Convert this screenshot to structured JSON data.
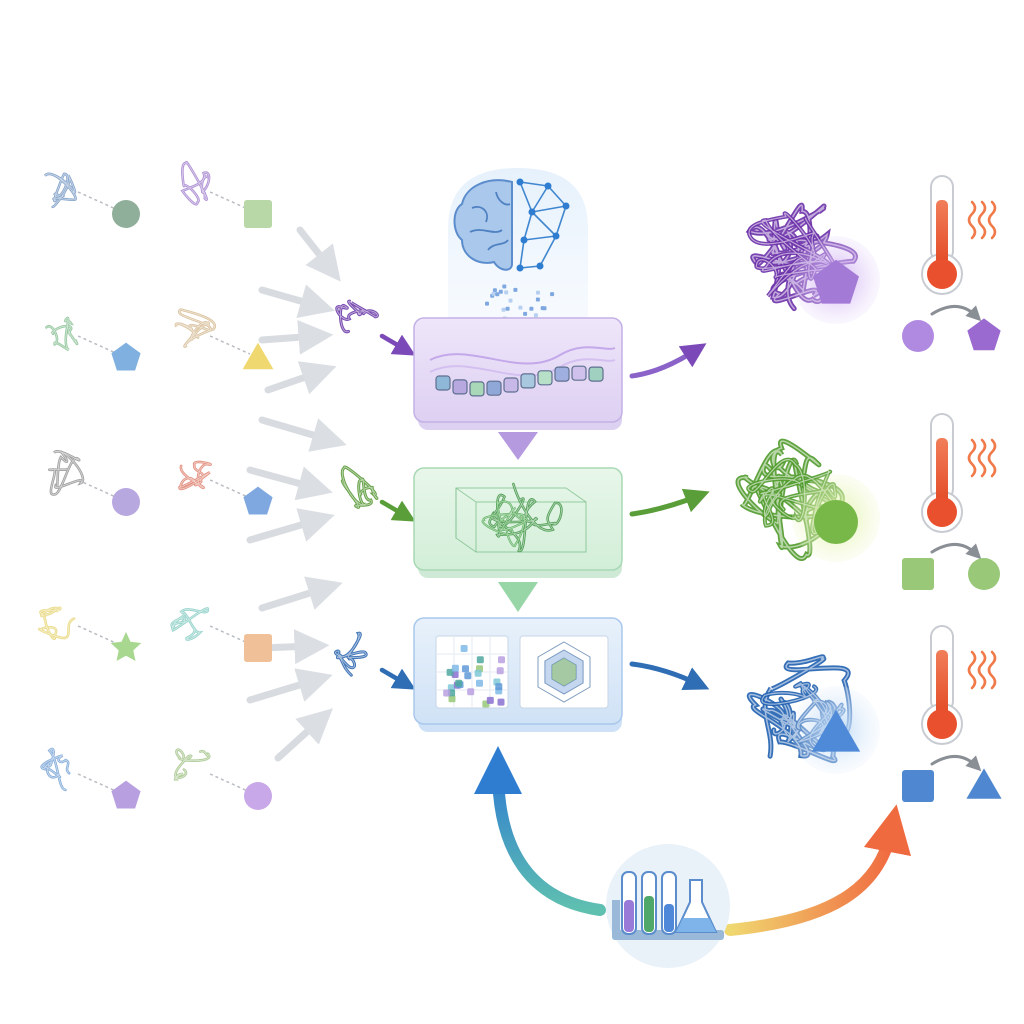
{
  "colors": {
    "purple": "#7c4ab8",
    "green": "#5a9e3a",
    "blue": "#2f6db5",
    "heat": "#e8502e",
    "panel_purple": "#e8dcf7",
    "panel_green": "#dbf1df",
    "panel_blue": "#dbe9f8",
    "flow_gray": "#cfd4da"
  },
  "library": {
    "candidates": [
      {
        "protein_color": "#7fa0c8",
        "ligand_shape": "circle",
        "ligand_color": "#8faf9a"
      },
      {
        "protein_color": "#a98ad0",
        "ligand_shape": "square",
        "ligand_color": "#b8d8a8"
      },
      {
        "protein_color": "#8fc49a",
        "ligand_shape": "pentagon",
        "ligand_color": "#7fb0e0"
      },
      {
        "protein_color": "#d8c09a",
        "ligand_shape": "triangle",
        "ligand_color": "#f0d870"
      },
      {
        "protein_color": "#9a9a9a",
        "ligand_shape": "circle",
        "ligand_color": "#b8a8e0"
      },
      {
        "protein_color": "#e08878",
        "ligand_shape": "pentagon",
        "ligand_color": "#7fa8e0"
      },
      {
        "protein_color": "#e8d880",
        "ligand_shape": "star",
        "ligand_color": "#a8d890"
      },
      {
        "protein_color": "#8fd0c8",
        "ligand_shape": "square",
        "ligand_color": "#f0c098"
      },
      {
        "protein_color": "#7fa8d8",
        "ligand_shape": "pentagon",
        "ligand_color": "#b8a0e0"
      },
      {
        "protein_color": "#a8c890",
        "ligand_shape": "circle",
        "ligand_color": "#c8a8e8"
      }
    ],
    "selected": [
      {
        "protein_color": "#6a3aa8"
      },
      {
        "protein_color": "#5a9a38"
      },
      {
        "protein_color": "#2f68b0"
      }
    ]
  },
  "modules": [
    {
      "id": "sequence",
      "icon": "sequence-beads-icon",
      "color": "#7c4ab8"
    },
    {
      "id": "structure",
      "icon": "protein-structure-icon",
      "color": "#5a9e3a"
    },
    {
      "id": "screening",
      "icon": "scatter-radar-icon",
      "color": "#2f6db5"
    }
  ],
  "ai_header": {
    "icon": "brain-network-icon"
  },
  "outputs": [
    {
      "id": "purple-design",
      "protein_color": "#6a2fa8",
      "ligand_shape": "pentagon",
      "ligand_color": "#a37ad6",
      "from_shape": "circle",
      "from_color": "#b08ae0",
      "to_shape": "pentagon",
      "to_color": "#9a6ad0"
    },
    {
      "id": "green-design",
      "protein_color": "#4f9a2a",
      "ligand_shape": "circle",
      "ligand_color": "#78b848",
      "from_shape": "square",
      "from_color": "#98c878",
      "to_shape": "circle",
      "to_color": "#98c878"
    },
    {
      "id": "blue-design",
      "protein_color": "#1f5fb0",
      "ligand_shape": "triangle",
      "ligand_color": "#4f8ad8",
      "from_shape": "square",
      "from_color": "#4f88d0",
      "to_shape": "triangle",
      "to_color": "#4f88d0"
    }
  ],
  "lab": {
    "icon": "test-tubes-flask-icon"
  }
}
